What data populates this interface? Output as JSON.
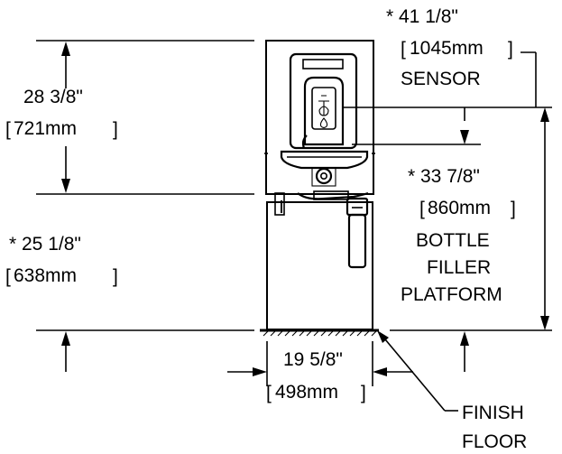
{
  "labels": {
    "height_top": "28 3/8\"",
    "height_top_mm": "721mm",
    "sensor_height": "* 41 1/8\"",
    "sensor_height_mm": "1045mm",
    "sensor_label": "SENSOR",
    "lower_height": "* 25 1/8\"",
    "lower_height_mm": "638mm",
    "platform_height": "* 33 7/8\"",
    "platform_height_mm": "860mm",
    "platform_label_1": "BOTTLE",
    "platform_label_2": "FILLER",
    "platform_label_3": "PLATFORM",
    "width": "19 5/8\"",
    "width_mm": "498mm",
    "floor_label_1": "FINISH",
    "floor_label_2": "FLOOR"
  }
}
